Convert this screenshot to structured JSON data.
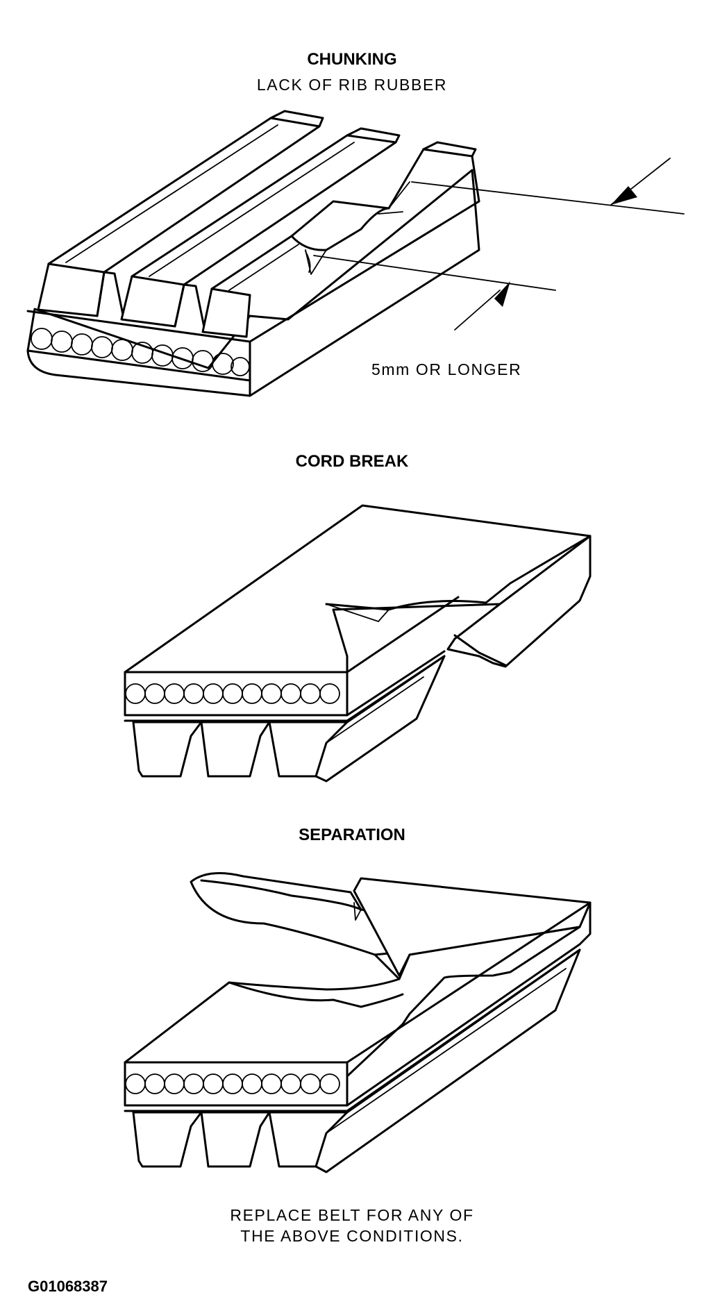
{
  "sections": {
    "chunking": {
      "title": "CHUNKING",
      "subtitle": "LACK OF RIB RUBBER",
      "measurement": "5mm OR LONGER"
    },
    "cord_break": {
      "title": "CORD BREAK"
    },
    "separation": {
      "title": "SEPARATION"
    }
  },
  "footer": {
    "note_line1": "REPLACE BELT FOR ANY OF",
    "note_line2": "THE ABOVE CONDITIONS.",
    "figure_id": "G01068387"
  }
}
